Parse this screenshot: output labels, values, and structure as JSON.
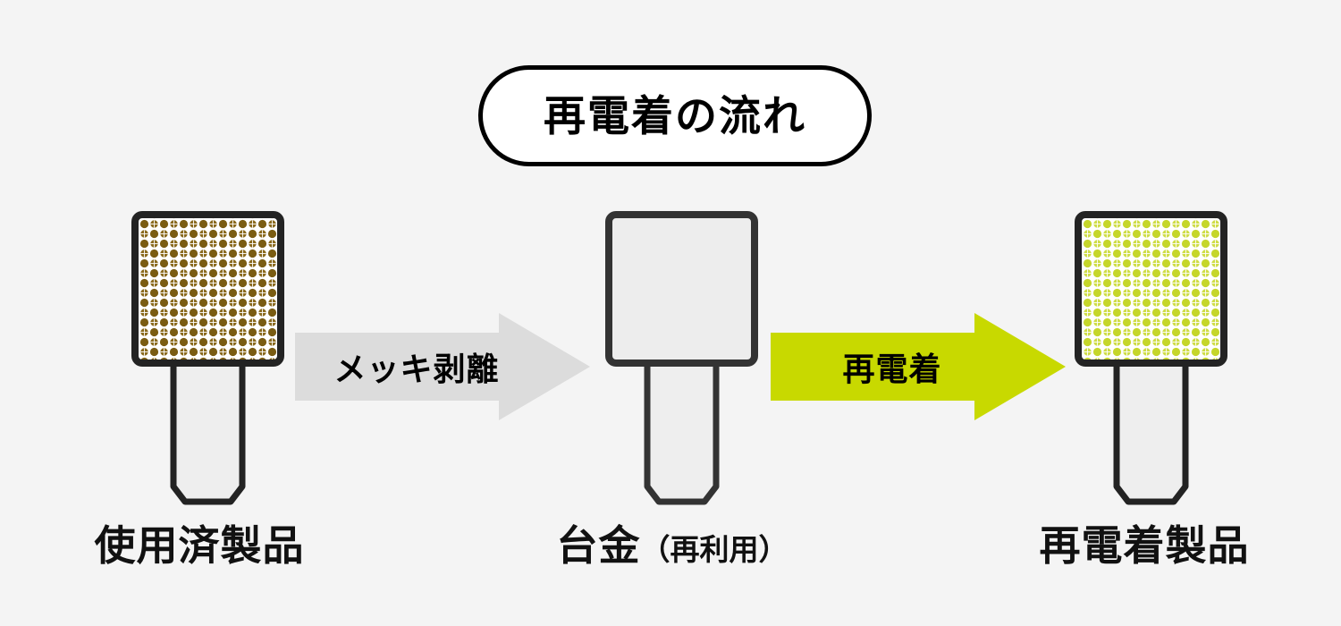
{
  "background_color": "#f4f4f4",
  "title": {
    "text": "再電着の流れ",
    "border_color": "#000000",
    "fill_color": "#ffffff"
  },
  "steps": [
    {
      "id": "used-product",
      "caption_main": "使用済製品",
      "caption_sub": "",
      "head_pattern": "dotted",
      "head_pattern_color": "#7a5c12",
      "head_fill": "#ffffff",
      "shank_fill": "#eeeeee",
      "outline_color": "#232323"
    },
    {
      "id": "base-metal",
      "caption_main": "台金",
      "caption_sub": "（再利用）",
      "head_pattern": "none",
      "head_pattern_color": "",
      "head_fill": "#ededed",
      "shank_fill": "#eeeeee",
      "outline_color": "#333333"
    },
    {
      "id": "replated-product",
      "caption_main": "再電着製品",
      "caption_sub": "",
      "head_pattern": "dotted",
      "head_pattern_color": "#c5d62a",
      "head_fill": "#ffffff",
      "shank_fill": "#eeeeee",
      "outline_color": "#232323"
    }
  ],
  "arrows": [
    {
      "id": "strip-plating",
      "label": "メッキ剥離",
      "color": "#dcdcdc",
      "label_color": "#000000"
    },
    {
      "id": "re-electrodeposition",
      "label": "再電着",
      "color": "#c8d900",
      "label_color": "#000000"
    }
  ]
}
